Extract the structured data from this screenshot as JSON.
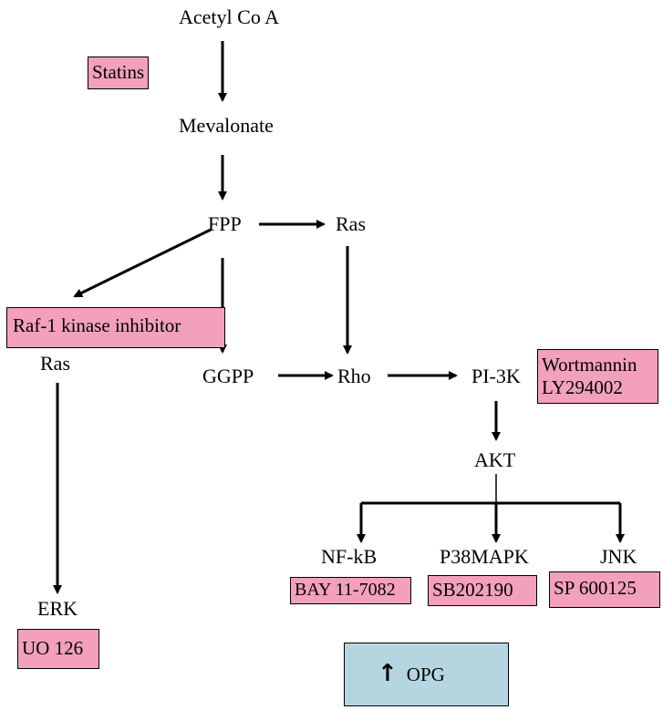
{
  "nodes": {
    "acetyl_coa": "Acetyl Co A",
    "mevalonate": "Mevalonate",
    "fpp": "FPP",
    "ras_right": "Ras",
    "ggpp": "GGPP",
    "rho": "Rho",
    "pi3k": "PI-3K",
    "akt": "AKT",
    "ras_left": "Ras",
    "erk": "ERK",
    "nfkb": "NF-kB",
    "p38mapk": "P38MAPK",
    "jnk": "JNK"
  },
  "inhibitors": {
    "statins": "Statins",
    "raf1": "Raf-1 kinase inhibitor",
    "wortmannin": "Wortmannin",
    "ly294002": "LY294002",
    "bay": "BAY 11-7082",
    "sb": "SB202190",
    "sp": "SP 600125",
    "uo": "UO 126"
  },
  "outcome": {
    "arrow_symbol": "↑",
    "label": "OPG"
  },
  "colors": {
    "inhibitor_fill": "#f2a0bd",
    "outcome_fill": "#b5d6e1",
    "line": "#000000"
  }
}
